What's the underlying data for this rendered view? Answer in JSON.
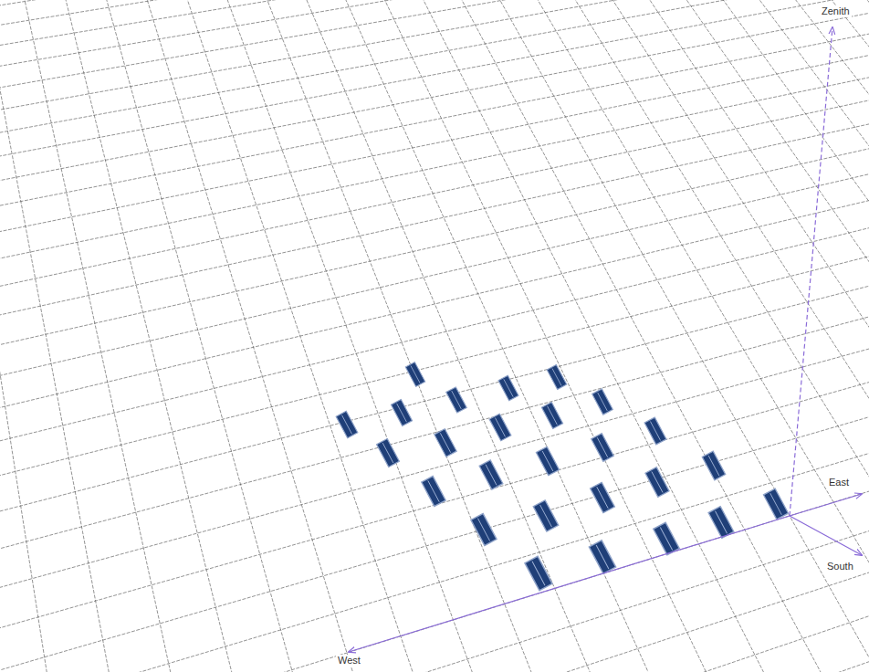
{
  "diagram": {
    "labels": [
      "Zenith",
      "East",
      "South",
      "West"
    ]
  }
}
